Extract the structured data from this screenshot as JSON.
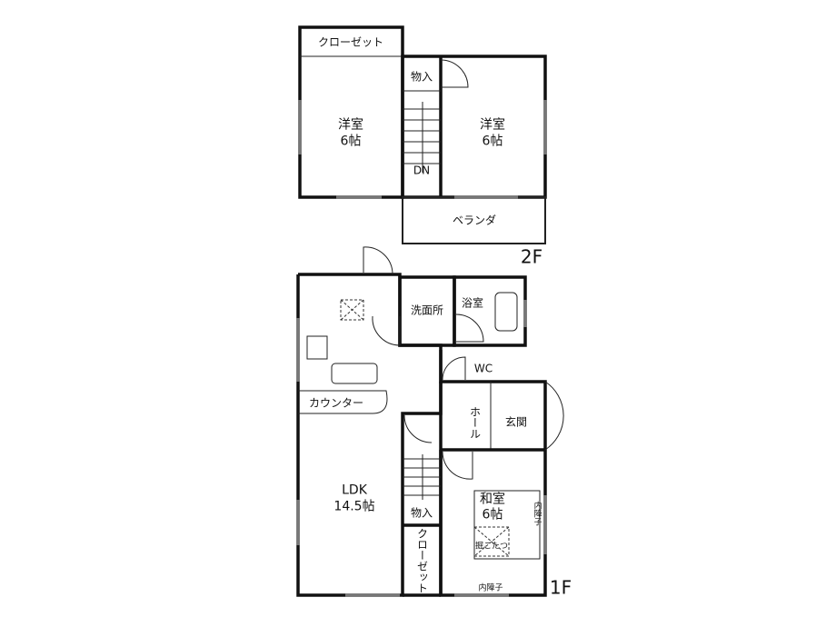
{
  "floor2": {
    "label": "2F",
    "closet": "クローゼット",
    "west_room": {
      "name": "洋室",
      "size": "6帖"
    },
    "east_room": {
      "name": "洋室",
      "size": "6帖"
    },
    "storage": "物入",
    "stairs": "DN",
    "veranda": "ベランダ"
  },
  "floor1": {
    "label": "1F",
    "washroom": "洗面所",
    "bathroom": "浴室",
    "wc": "WC",
    "counter": "カウンター",
    "hall": "ホール",
    "entrance": "玄関",
    "ldk": {
      "name": "LDK",
      "size": "14.5帖"
    },
    "storage": "物入",
    "closet": "クローゼット",
    "japanese_room": {
      "name": "和室",
      "size": "6帖"
    },
    "kotatsu": "掘こたつ",
    "shoji_1": "内障子",
    "shoji_2": "内障子"
  }
}
